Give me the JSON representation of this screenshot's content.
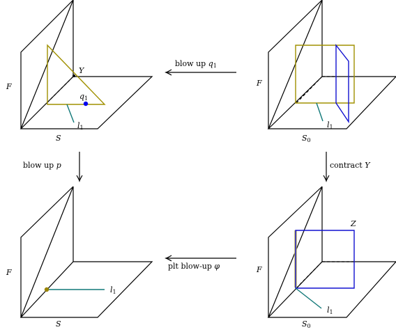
{
  "labels": {
    "F": "F",
    "S": "S",
    "S0": "S",
    "S0_sub": "0",
    "Y": "Y",
    "Z": "Z",
    "q": "q",
    "q_sub": "1",
    "l": "l",
    "l_sub": "1"
  },
  "arrows": {
    "top_text": "blow up ",
    "top_math": "q",
    "top_sub": "1",
    "left_text": "blow up ",
    "left_math": "p",
    "right_text": "contract ",
    "right_math": "Y",
    "bottom_text": "plt blow-up ",
    "bottom_math": "φ"
  },
  "colors": {
    "olive": "#a09000",
    "blue": "#1010d0",
    "teal": "#107878",
    "dot_blue": "#0000ee",
    "dot_olive": "#9a8400"
  }
}
